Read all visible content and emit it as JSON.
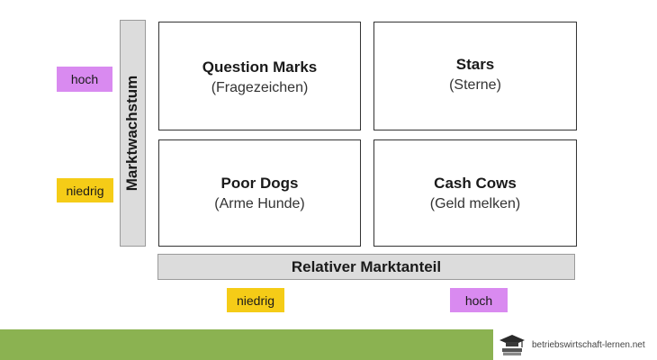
{
  "y_axis": {
    "label": "Marktwachstum",
    "high": "hoch",
    "low": "niedrig"
  },
  "x_axis": {
    "label": "Relativer Marktanteil",
    "low": "niedrig",
    "high": "hoch"
  },
  "quadrants": {
    "question_marks": {
      "title": "Question Marks",
      "subtitle": "(Fragezeichen)"
    },
    "stars": {
      "title": "Stars",
      "subtitle": "(Sterne)"
    },
    "poor_dogs": {
      "title": "Poor Dogs",
      "subtitle": "(Arme Hunde)"
    },
    "cash_cows": {
      "title": "Cash Cows",
      "subtitle": "(Geld melken)"
    }
  },
  "colors": {
    "high_badge": "#d98af0",
    "low_badge": "#f5cc17",
    "footer_green": "#8bb251"
  },
  "footer": {
    "logo_icon": "graduation-cap-books-icon",
    "site": "betriebswirtschaft-lernen.net"
  }
}
